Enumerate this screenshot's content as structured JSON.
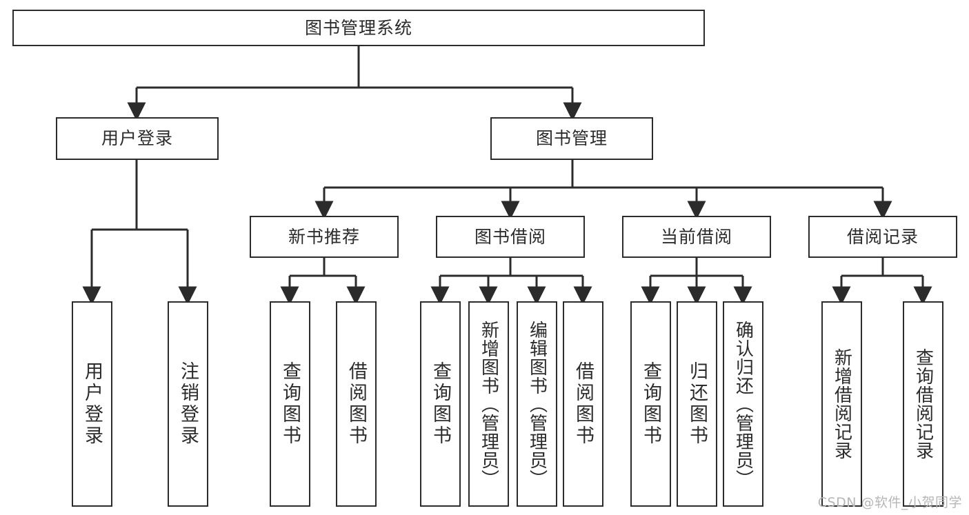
{
  "diagram": {
    "type": "hierarchy-tree",
    "title": "图书管理系统",
    "watermark": "CSDN @软件_小贺同学",
    "colors": {
      "stroke": "#2b2b2b",
      "fill": "#ffffff",
      "watermark": "#b6b6b6"
    },
    "levels": {
      "root": {
        "label": "图书管理系统"
      },
      "level2": [
        {
          "id": "user-login",
          "label": "用户登录"
        },
        {
          "id": "book-management",
          "label": "图书管理"
        }
      ],
      "level3": [
        {
          "id": "new-book-recommend",
          "label": "新书推荐"
        },
        {
          "id": "book-borrow",
          "label": "图书借阅"
        },
        {
          "id": "current-borrow",
          "label": "当前借阅"
        },
        {
          "id": "borrow-record",
          "label": "借阅记录"
        }
      ],
      "leaves": {
        "user-login": [
          {
            "id": "leaf-user-login",
            "label": "用户登录"
          },
          {
            "id": "leaf-user-logout",
            "label": "注销登录"
          }
        ],
        "new-book-recommend": [
          {
            "id": "leaf-query-book-1",
            "label": "查询图书"
          },
          {
            "id": "leaf-borrow-book-1",
            "label": "借阅图书"
          }
        ],
        "book-borrow": [
          {
            "id": "leaf-query-book-2",
            "label": "查询图书"
          },
          {
            "id": "leaf-add-book",
            "label": "新增图书（管理员）"
          },
          {
            "id": "leaf-edit-book",
            "label": "编辑图书（管理员）"
          },
          {
            "id": "leaf-borrow-book-2",
            "label": "借阅图书"
          }
        ],
        "current-borrow": [
          {
            "id": "leaf-query-book-3",
            "label": "查询图书"
          },
          {
            "id": "leaf-return-book",
            "label": "归还图书"
          },
          {
            "id": "leaf-confirm-return",
            "label": "确认归还（管理员）"
          }
        ],
        "borrow-record": [
          {
            "id": "leaf-add-record",
            "label": "新增借阅记录"
          },
          {
            "id": "leaf-query-record",
            "label": "查询借阅记录"
          }
        ]
      }
    }
  }
}
